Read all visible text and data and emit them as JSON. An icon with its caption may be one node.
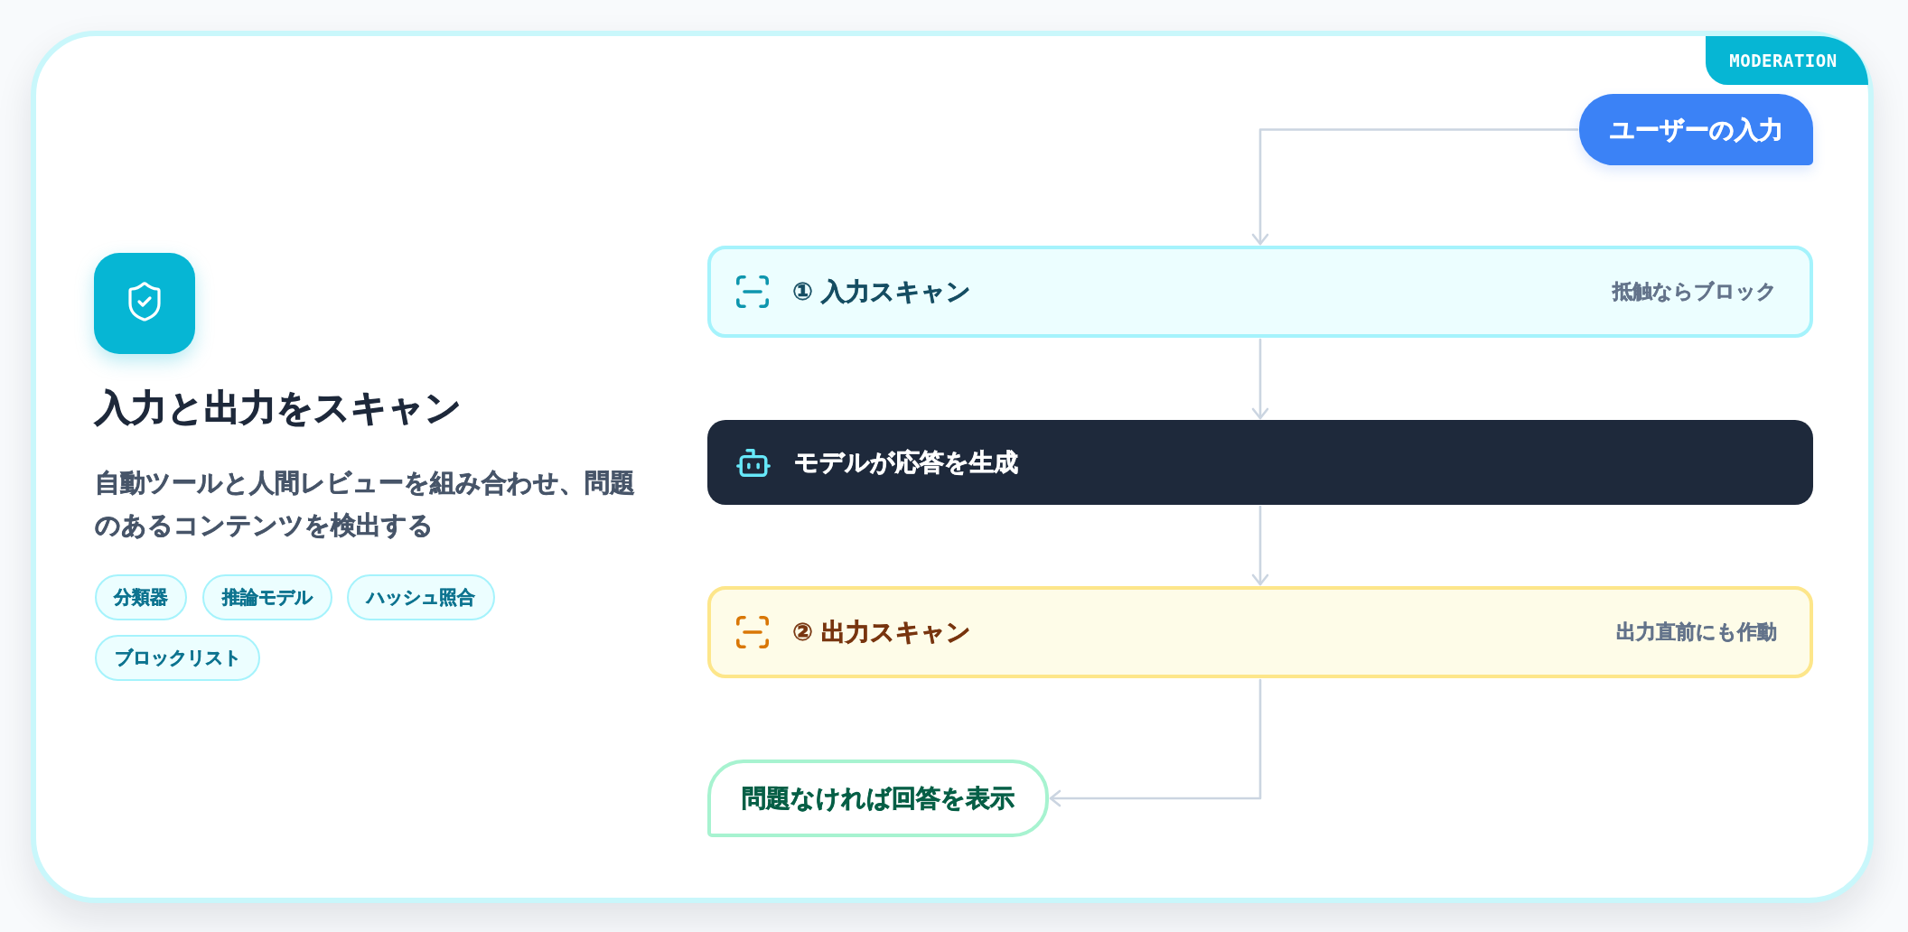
{
  "diagram": {
    "title": "入力と出力をスキャン",
    "nodes": [
      {
        "text": [
          "MODERATION"
        ]
      },
      {
        "text": [
          "ユーザーの入力"
        ]
      },
      {
        "text": [
          "① 入力スキャン",
          "抵触ならブロック"
        ]
      },
      {
        "text": [
          "モデルが応答を生成"
        ]
      },
      {
        "text": [
          "② 出力スキャン",
          "出力直前にも作動"
        ]
      },
      {
        "text": [
          "問題なければ回答を表示"
        ]
      },
      {
        "text": [
          "分類器"
        ]
      },
      {
        "text": [
          "推論モデル"
        ]
      },
      {
        "text": [
          "ハッシュ照合"
        ]
      },
      {
        "text": [
          "ブロックリスト"
        ]
      }
    ],
    "edges": [
      {
        "from": 1,
        "to": 2,
        "arrow": "to"
      },
      {
        "from": 2,
        "to": 3,
        "arrow": "to"
      },
      {
        "from": 3,
        "to": 4,
        "arrow": "to"
      },
      {
        "from": 4,
        "to": 5,
        "arrow": "to"
      }
    ],
    "labels": [
      "自動ツールと人間レビューを組み合わせ、問題のあるコンテンツを検出する"
    ]
  }
}
